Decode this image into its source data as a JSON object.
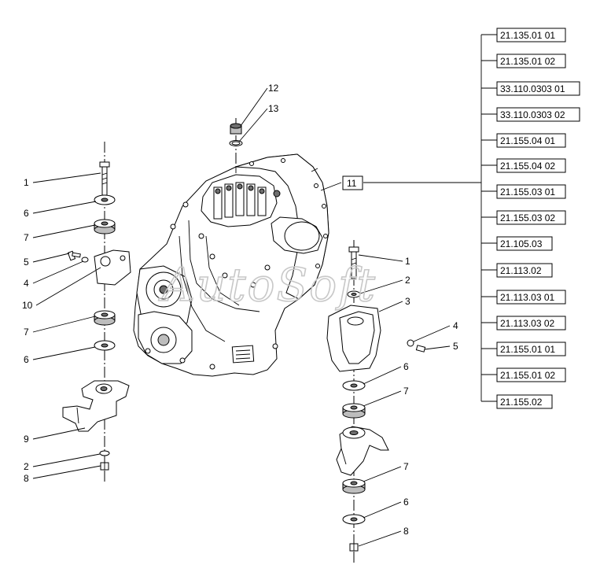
{
  "callouts": {
    "c1a": "1",
    "c6a": "6",
    "c7a": "7",
    "c5a": "5",
    "c4a": "4",
    "c10": "10",
    "c7b": "7",
    "c6b": "6",
    "c9": "9",
    "c2a": "2",
    "c8a": "8",
    "c12": "12",
    "c13": "13",
    "c11": "11",
    "c1b": "1",
    "c2b": "2",
    "c3": "3",
    "c4b": "4",
    "c5b": "5",
    "c6c": "6",
    "c7c": "7",
    "c7d": "7",
    "c6d": "6",
    "c8b": "8"
  },
  "references": [
    "21.135.01 01",
    "21.135.01 02",
    "33.110.0303 01",
    "33.110.0303 02",
    "21.155.04 01",
    "21.155.04 02",
    "21.155.03 01",
    "21.155.03 02",
    "21.105.03",
    "21.113.02",
    "21.113.03 01",
    "21.113.03 02",
    "21.155.01 01",
    "21.155.01 02",
    "21.155.02"
  ],
  "watermark": "AutoSoft"
}
